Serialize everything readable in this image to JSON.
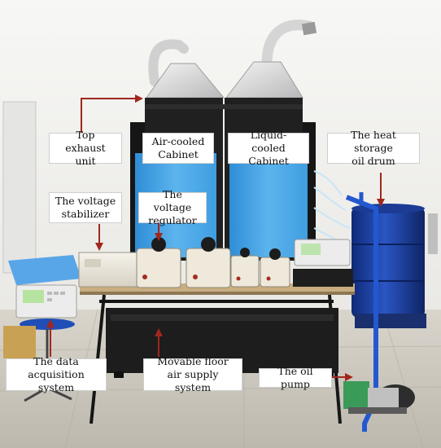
{
  "labels": {
    "top_exhaust": "Top exhaust\nunit",
    "air_cooled": "Air-cooled\nCabinet",
    "liquid_cooled": "Liquid-cooled\nCabinet",
    "heat_storage": "The heat storage\noil drum",
    "voltage_stabilizer": "The voltage\nstabilizer",
    "voltage_regulator": "The voltage\nregulator",
    "data_acquisition": "The data acquisition\nsystem",
    "movable_floor": "Movable floor\nair supply system",
    "oil_pump": "The oil pump"
  },
  "colors": {
    "arrow": "#a0271c",
    "cabinet_blue": "#4aa6e6",
    "frame_dark": "#1c1c1c",
    "drum_blue": "#15389a",
    "pipe_blue": "#2156c8",
    "floor": "#cfcac1",
    "wall": "#f2f2f0"
  }
}
